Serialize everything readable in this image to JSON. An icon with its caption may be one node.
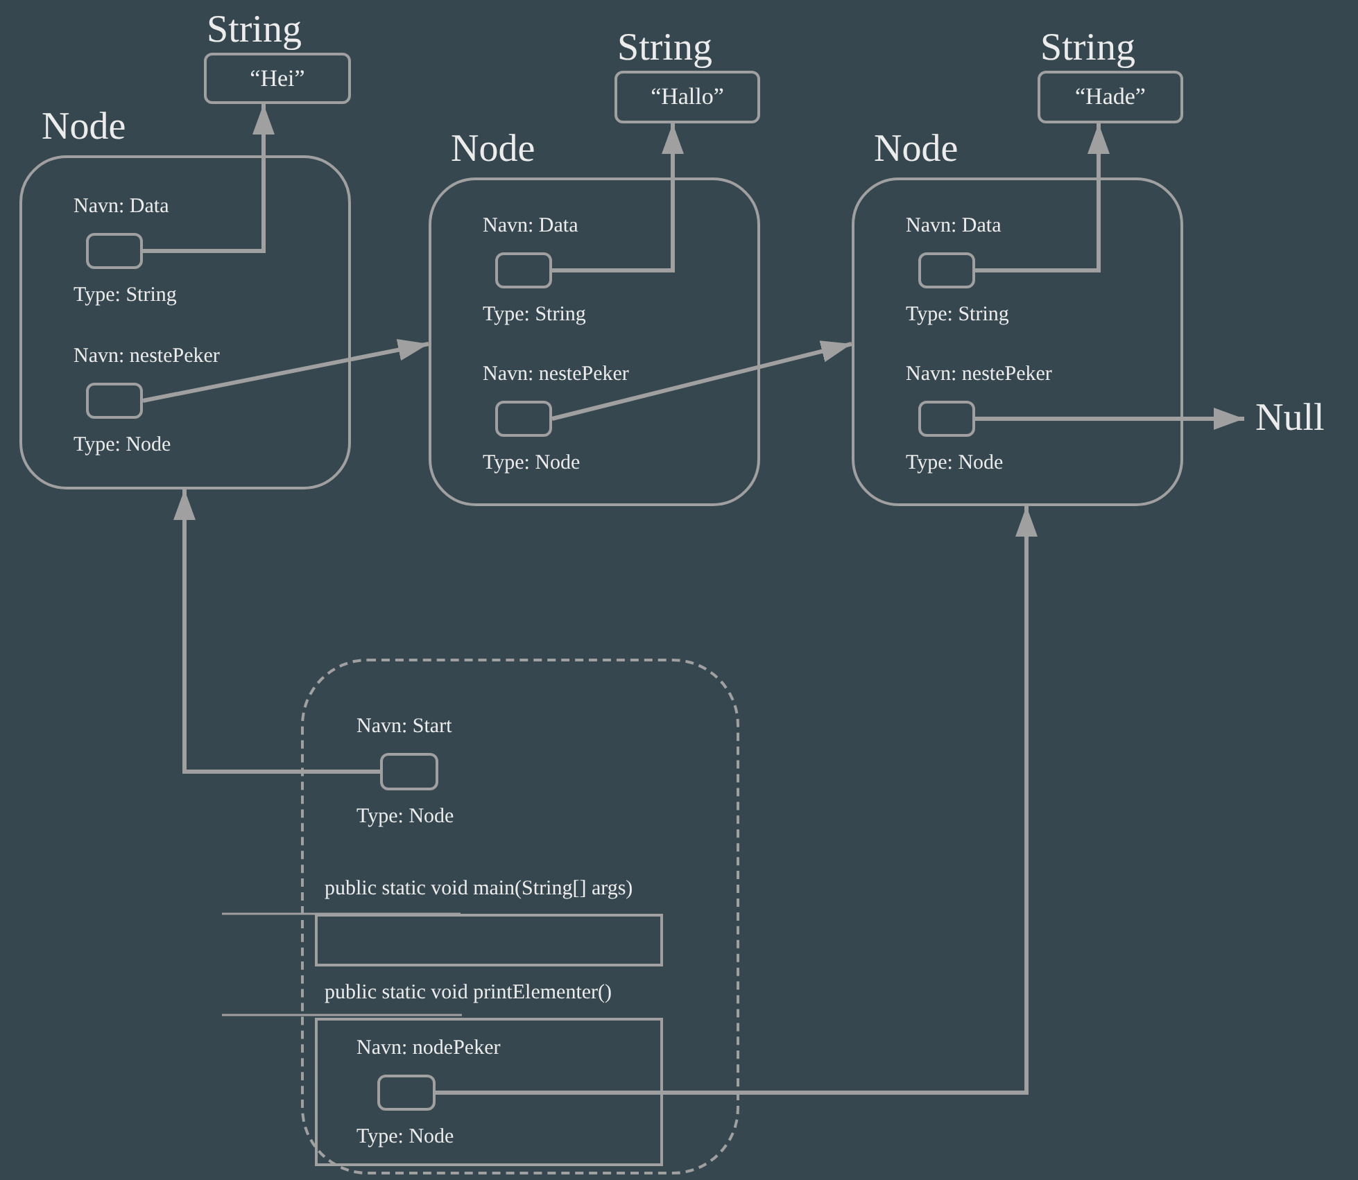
{
  "diagram": {
    "nodes": [
      {
        "text": [
          "String",
          "“Hei”"
        ]
      },
      {
        "text": [
          "Node"
        ]
      },
      {
        "text": [
          "Navn: Data",
          "Type: String"
        ],
        "in": 1
      },
      {
        "text": [
          "Navn: nestePeker",
          "Type: Node"
        ],
        "in": 1
      },
      {
        "text": [
          "String",
          "“Hallo”"
        ]
      },
      {
        "text": [
          "Node"
        ]
      },
      {
        "text": [
          "Navn: Data",
          "Type: String"
        ],
        "in": 5
      },
      {
        "text": [
          "Navn: nestePeker",
          "Type: Node"
        ],
        "in": 5
      },
      {
        "text": [
          "String",
          "“Hade”"
        ]
      },
      {
        "text": [
          "Node"
        ]
      },
      {
        "text": [
          "Navn: Data",
          "Type: String"
        ],
        "in": 9
      },
      {
        "text": [
          "Navn: nestePeker",
          "Type: Node"
        ],
        "in": 9
      },
      {
        "text": [
          "Null"
        ]
      },
      {
        "text": [],
        "shape": "box"
      },
      {
        "text": [
          "Navn: Start",
          "Type: Node"
        ],
        "in": 13
      },
      {
        "text": [
          "public static void main(String[] args)"
        ],
        "in": 13
      },
      {
        "text": [
          "public static void printElementer()"
        ],
        "in": 13
      },
      {
        "text": [
          "Navn: nodePeker",
          "Type: Node"
        ],
        "in": 16
      }
    ],
    "edges": [
      {
        "from": 2,
        "to": 0,
        "arrow": "to"
      },
      {
        "from": 3,
        "to": 5,
        "arrow": "to"
      },
      {
        "from": 6,
        "to": 4,
        "arrow": "to"
      },
      {
        "from": 7,
        "to": 9,
        "arrow": "to"
      },
      {
        "from": 10,
        "to": 8,
        "arrow": "to"
      },
      {
        "from": 11,
        "to": 12,
        "arrow": "to"
      },
      {
        "from": 14,
        "to": 1,
        "arrow": "to"
      },
      {
        "from": 17,
        "to": 9,
        "arrow": "to"
      }
    ]
  }
}
